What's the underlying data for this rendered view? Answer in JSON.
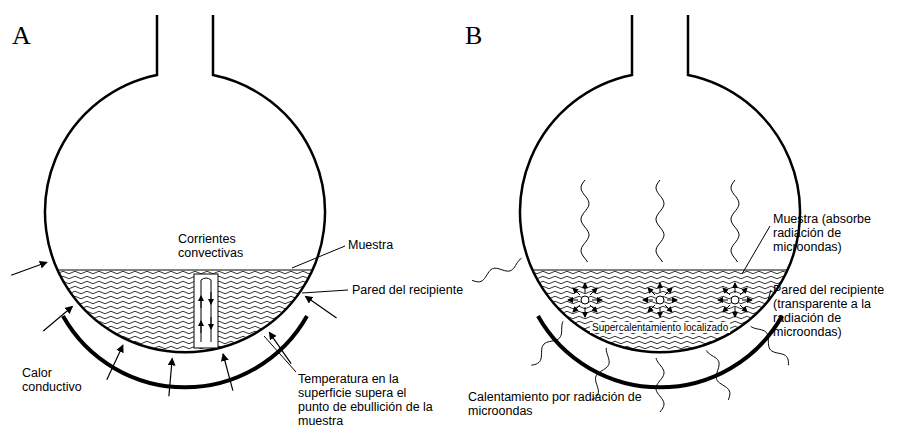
{
  "diagram": {
    "labels": [
      "A",
      "B",
      "Corrientes convectivas",
      "Muestra",
      "Pared del recipiente",
      "Calor conductivo",
      "Temperatura en la superficie supera el punto de ebullición de la muestra",
      "Muestra (absorbe radiación de microondas)",
      "Pared del recipiente (transparente a la radiación de microondas)",
      "Supercalentamiento localizado",
      "Calentamiento por radiación de microondas"
    ]
  }
}
